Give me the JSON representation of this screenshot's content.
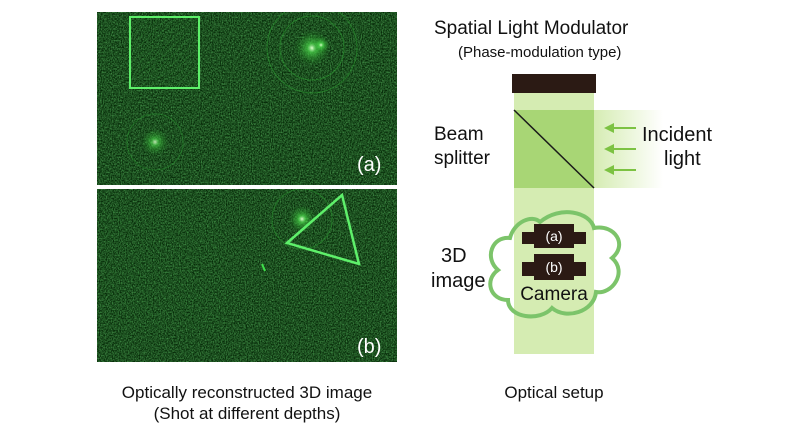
{
  "left_panel": {
    "image_a": {
      "label": "(a)",
      "shape": "square-outline"
    },
    "image_b": {
      "label": "(b)",
      "shape": "triangle-outline"
    },
    "caption_line1": "Optically reconstructed 3D image",
    "caption_line2": "(Shot at different depths)"
  },
  "right_panel": {
    "title": "Spatial Light Modulator",
    "subtitle": "(Phase-modulation type)",
    "beam_splitter_line1": "Beam",
    "beam_splitter_line2": "splitter",
    "incident_line1": "Incident",
    "incident_line2": "light",
    "image_label_line1": "3D",
    "image_label_line2": "image",
    "object_a": "(a)",
    "object_b": "(b)",
    "camera": "Camera",
    "caption": "Optical setup"
  },
  "colors": {
    "hologram_background": "#062a08",
    "hologram_green": "#3fe04a",
    "beam_light": "#d5ecb2",
    "beam_splitter_fill": "#a8d675",
    "cloud_outline": "#7cc46a",
    "arrow_green": "#7cc242",
    "slm_dark": "#2b1a14"
  }
}
